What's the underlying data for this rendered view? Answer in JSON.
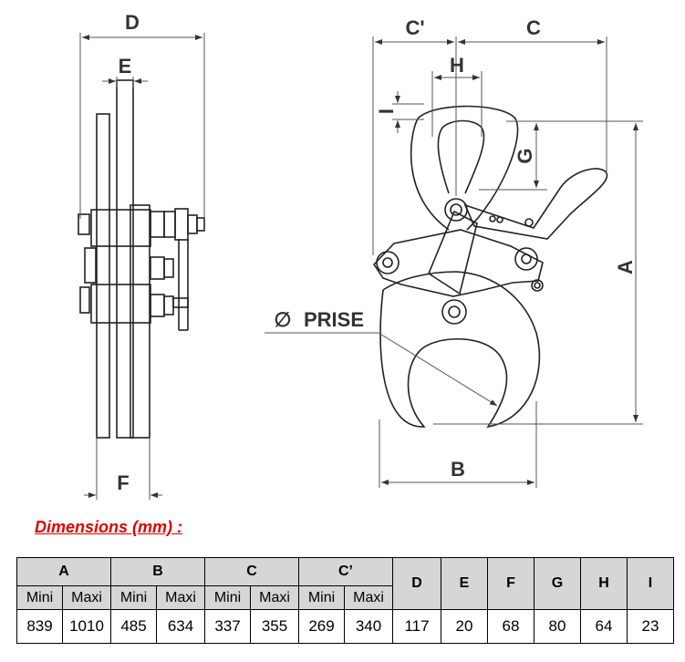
{
  "diagram": {
    "labels": {
      "D": "D",
      "E": "E",
      "F": "F",
      "C_prime": "C'",
      "C": "C",
      "H": "H",
      "I": "I",
      "G": "G",
      "A": "A",
      "B": "B",
      "prise_symbol": "∅",
      "prise": "PRISE"
    }
  },
  "section_title": "Dimensions (mm) :",
  "table": {
    "group_headers": [
      "A",
      "B",
      "C",
      "C’"
    ],
    "sub_headers": [
      "Mini",
      "Maxi"
    ],
    "single_headers": [
      "D",
      "E",
      "F",
      "G",
      "H",
      "I"
    ],
    "values": [
      "839",
      "1010",
      "485",
      "634",
      "337",
      "355",
      "269",
      "340",
      "117",
      "20",
      "68",
      "80",
      "64",
      "23"
    ]
  }
}
